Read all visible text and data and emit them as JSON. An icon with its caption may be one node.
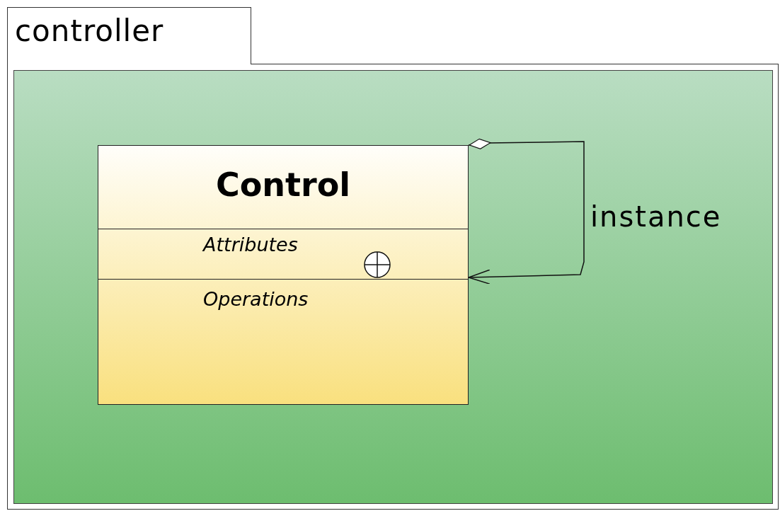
{
  "diagram": {
    "nodes": [
      {
        "text": [
          "controller"
        ]
      },
      {
        "text": [
          "Control",
          "Attributes",
          "Operations"
        ],
        "in": 0
      }
    ],
    "edges": [
      {
        "from": 1,
        "to": 1,
        "arrow": "to",
        "label": "instance"
      }
    ]
  }
}
